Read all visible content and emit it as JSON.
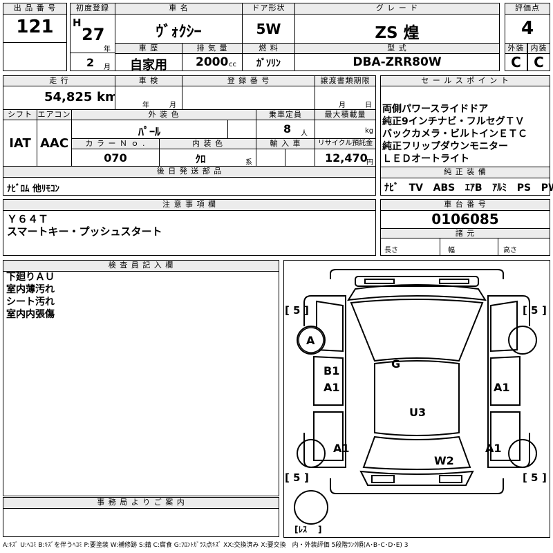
{
  "header": {
    "lot_no_label": "出 品 番 号",
    "lot_no": "121",
    "first_reg_label": "初度登録",
    "era": "H",
    "year": "27",
    "year_unit": "年",
    "month": "2",
    "month_unit": "月",
    "car_name_label": "車 名",
    "car_name": "ｳﾞｫｸｼｰ",
    "door_label": "ドア形状",
    "door": "5W",
    "grade_label": "グ レ ー ド",
    "grade": "ZS 煌",
    "score_label": "評価点",
    "score": "4",
    "history_label": "車 歴",
    "history": "自家用",
    "displacement_label": "排 気 量",
    "displacement": "2000",
    "displacement_unit": "cc",
    "fuel_label": "燃 料",
    "fuel": "ｶﾞｿﾘﾝ",
    "model_label": "型 式",
    "model": "DBA-ZRR80W",
    "exterior_label": "外装",
    "exterior": "C",
    "interior_label": "内装",
    "interior": "C"
  },
  "row2": {
    "mileage_label": "走 行",
    "mileage": "54,825",
    "mileage_unit": "km",
    "inspection_label": "車 検",
    "insp_year_unit": "年",
    "insp_month_unit": "月",
    "reg_no_label": "登 録 番 号",
    "transfer_label": "譲渡書類期限",
    "transfer_month_unit": "月",
    "transfer_day_unit": "日",
    "shift_label": "シフト",
    "shift": "IAT",
    "ac_label": "エアコン",
    "ac": "AAC",
    "color_label": "外 装 色",
    "color": "ﾊﾟｰﾙ",
    "capacity_label": "乗車定員",
    "capacity": "8",
    "capacity_unit": "人",
    "max_load_label": "最大積載量",
    "max_load_unit": "kg",
    "color_no_label": "カ ラ ー Ｎ ｏ .",
    "color_no": "070",
    "interior_color_label": "内 装 色",
    "interior_color": "ｸﾛ",
    "interior_color_unit": "系",
    "import_label": "輸 入 車",
    "recycle_label": "リサイクル預託金",
    "recycle": "12,470",
    "recycle_unit": "円",
    "later_label": "後 日 発 送 部 品",
    "later": "ﾅﾋﾞﾛﾑ 他ﾘﾓｺﾝ"
  },
  "sales_points": {
    "label": "セ ー ル ス ポ イ ン ト",
    "lines": [
      "両側パワースライドドア",
      "純正9インチナビ・フルセグＴＶ",
      "バックカメラ・ビルトインＥＴＣ",
      "純正フリップダウンモニター",
      "ＬＥＤオートライト"
    ]
  },
  "equipment": {
    "label": "純 正 装 備",
    "items": [
      "ﾅﾋﾞ",
      "TV",
      "ABS",
      "ｴｱB",
      "ｱﾙﾐ",
      "PS",
      "PW"
    ]
  },
  "notes": {
    "label": "注 意 事 項 欄",
    "lines": [
      "Ｙ６４Ｔ",
      "スマートキー・プッシュスタート"
    ]
  },
  "chassis": {
    "label": "車 台 番 号",
    "value": "0106085",
    "spec_label": "諸 元",
    "length_label": "長さ",
    "width_label": "幅",
    "height_label": "高さ"
  },
  "inspector": {
    "label": "検 査 員 記 入 欄",
    "lines": [
      "下廻りＡＵ",
      "室内薄汚れ",
      "シート汚れ",
      "室内内張傷"
    ]
  },
  "office": {
    "label": "事 務 局 よ り ご 案 内"
  },
  "diagram": {
    "tire_fl": "5",
    "tire_fr": "5",
    "tire_rl": "5",
    "tire_rr": "5",
    "spare": "ﾚｽ",
    "marks": {
      "a_wheel": "A",
      "b1": "B1",
      "a1_left_front": "A1",
      "a1_right_front": "A1",
      "g": "G",
      "u3": "U3",
      "a1_left_rear": "A1",
      "a1_right_rear": "A1",
      "w2": "W2"
    }
  },
  "legend": "A:ｷｽﾞ U:ﾍｺﾐ B:ｷｽﾞを伴うﾍｺﾐ P:要塗装 W:補修跡 S:錆 C:腐食 G:ﾌﾛﾝﾄｶﾞﾗｽ点ｷｽﾞ XX:交換済み X:要交換　内・外装評価 5段階ﾗﾝｸ順(A･B･C･D･E) 3"
}
